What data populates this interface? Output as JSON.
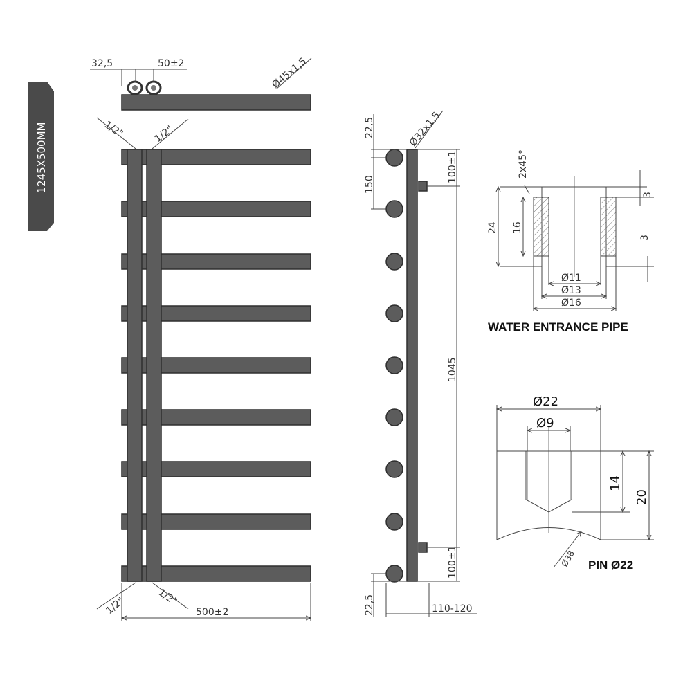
{
  "badge": {
    "size": "1245X500MM"
  },
  "front_view": {
    "top_offset": "32,5",
    "top_spacing": "50±2",
    "top_tube": "Ø45x1,5",
    "thread_top_left": "1/2\"",
    "thread_top_right": "1/2\"",
    "thread_bottom_left": "1/2\"",
    "thread_bottom_right": "1/2\"",
    "width": "500±2"
  },
  "side_view": {
    "top_gap": "22,5",
    "tube": "Ø32x1,5",
    "bar_spacing": "150",
    "top_bracket": "100±1",
    "height": "1045",
    "bottom_bracket": "100±1",
    "bottom_gap": "22,5",
    "depth": "110-120"
  },
  "water_pipe": {
    "caption": "WATER ENTRANCE PIPE",
    "chamfer": "2x45°",
    "top_step": "3",
    "side_step": "3",
    "height": "24",
    "inner_height": "16",
    "d1": "Ø11",
    "d2": "Ø13",
    "d3": "Ø16"
  },
  "pin": {
    "caption": "PIN Ø22",
    "outer_d": "Ø22",
    "hole_d": "Ø9",
    "hole_depth": "14",
    "height": "20",
    "radius": "Ø38"
  }
}
